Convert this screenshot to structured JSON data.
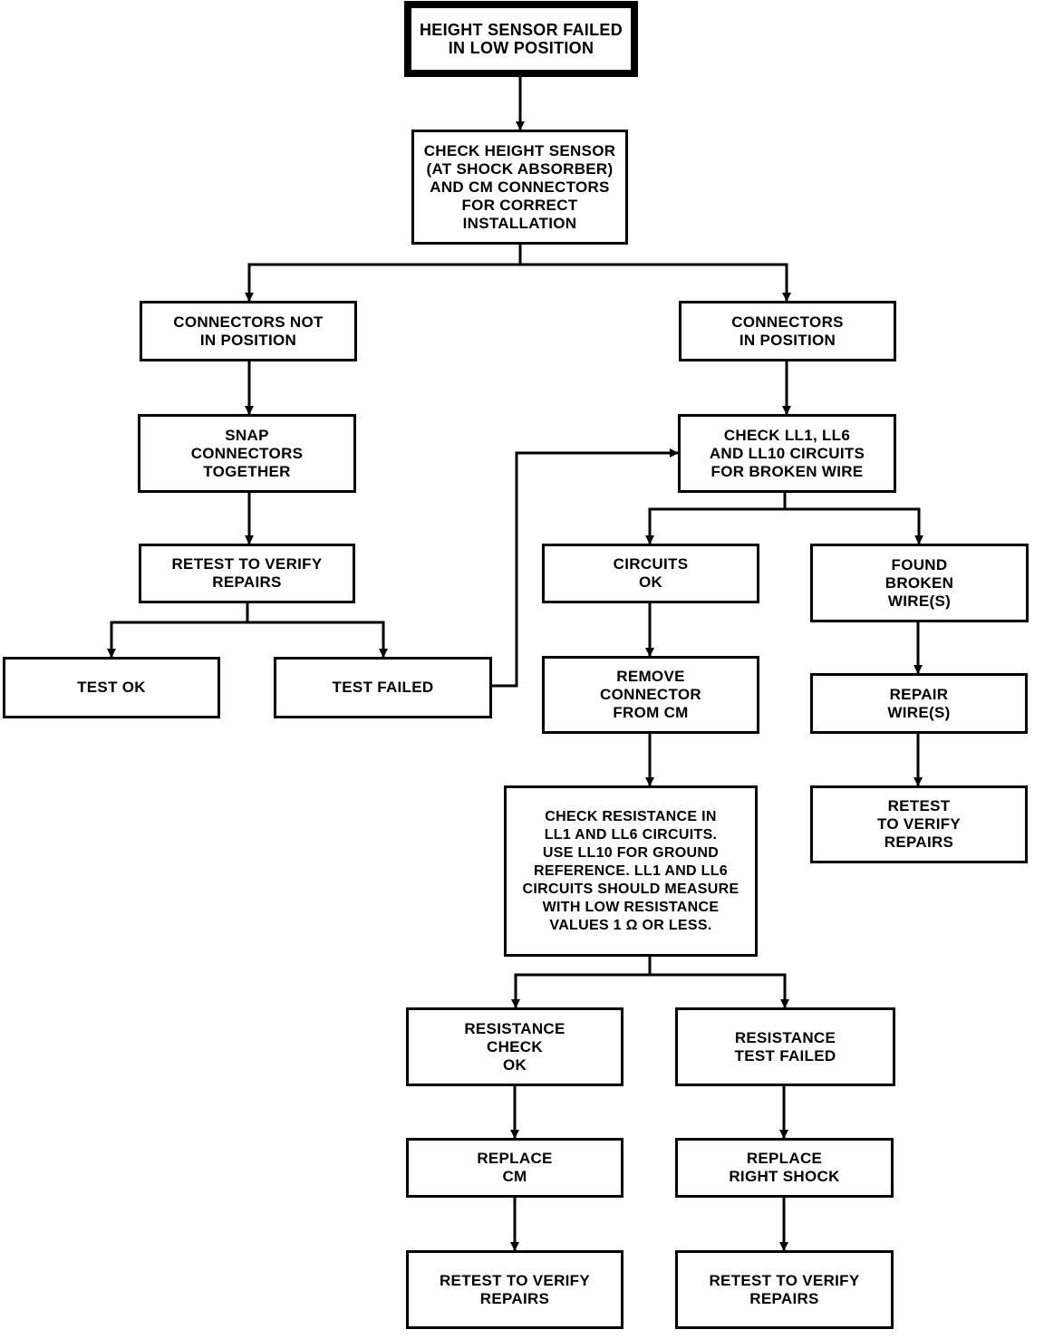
{
  "diagram": {
    "nodes": {
      "start": "HEIGHT SENSOR FAILED\nIN LOW POSITION",
      "check_sensor": "CHECK HEIGHT SENSOR\n(AT SHOCK ABSORBER)\nAND CM CONNECTORS\nFOR CORRECT\nINSTALLATION",
      "not_in_position": "CONNECTORS NOT\nIN POSITION",
      "in_position": "CONNECTORS\nIN POSITION",
      "snap_connectors": "SNAP\nCONNECTORS\nTOGETHER",
      "retest_left": "RETEST TO VERIFY\nREPAIRS",
      "test_ok": "TEST OK",
      "test_failed": "TEST FAILED",
      "check_circuits": "CHECK LL1, LL6\nAND LL10 CIRCUITS\nFOR BROKEN WIRE",
      "circuits_ok": "CIRCUITS\nOK",
      "found_broken": "FOUND\nBROKEN\nWIRE(S)",
      "remove_connector": "REMOVE\nCONNECTOR\nFROM CM",
      "repair_wires": "REPAIR\nWIRE(S)",
      "retest_right": "RETEST\nTO VERIFY\nREPAIRS",
      "check_resistance": "CHECK RESISTANCE IN\nLL1 AND LL6 CIRCUITS.\nUSE LL10 FOR GROUND\nREFERENCE. LL1 AND LL6\nCIRCUITS SHOULD MEASURE\nWITH LOW RESISTANCE\nVALUES 1 Ω OR LESS.",
      "resistance_ok": "RESISTANCE\nCHECK\nOK",
      "resistance_failed": "RESISTANCE\nTEST FAILED",
      "replace_cm": "REPLACE\nCM",
      "replace_shock": "REPLACE\nRIGHT SHOCK",
      "retest_cm": "RETEST TO VERIFY\nREPAIRS",
      "retest_shock": "RETEST TO VERIFY\nREPAIRS"
    }
  }
}
